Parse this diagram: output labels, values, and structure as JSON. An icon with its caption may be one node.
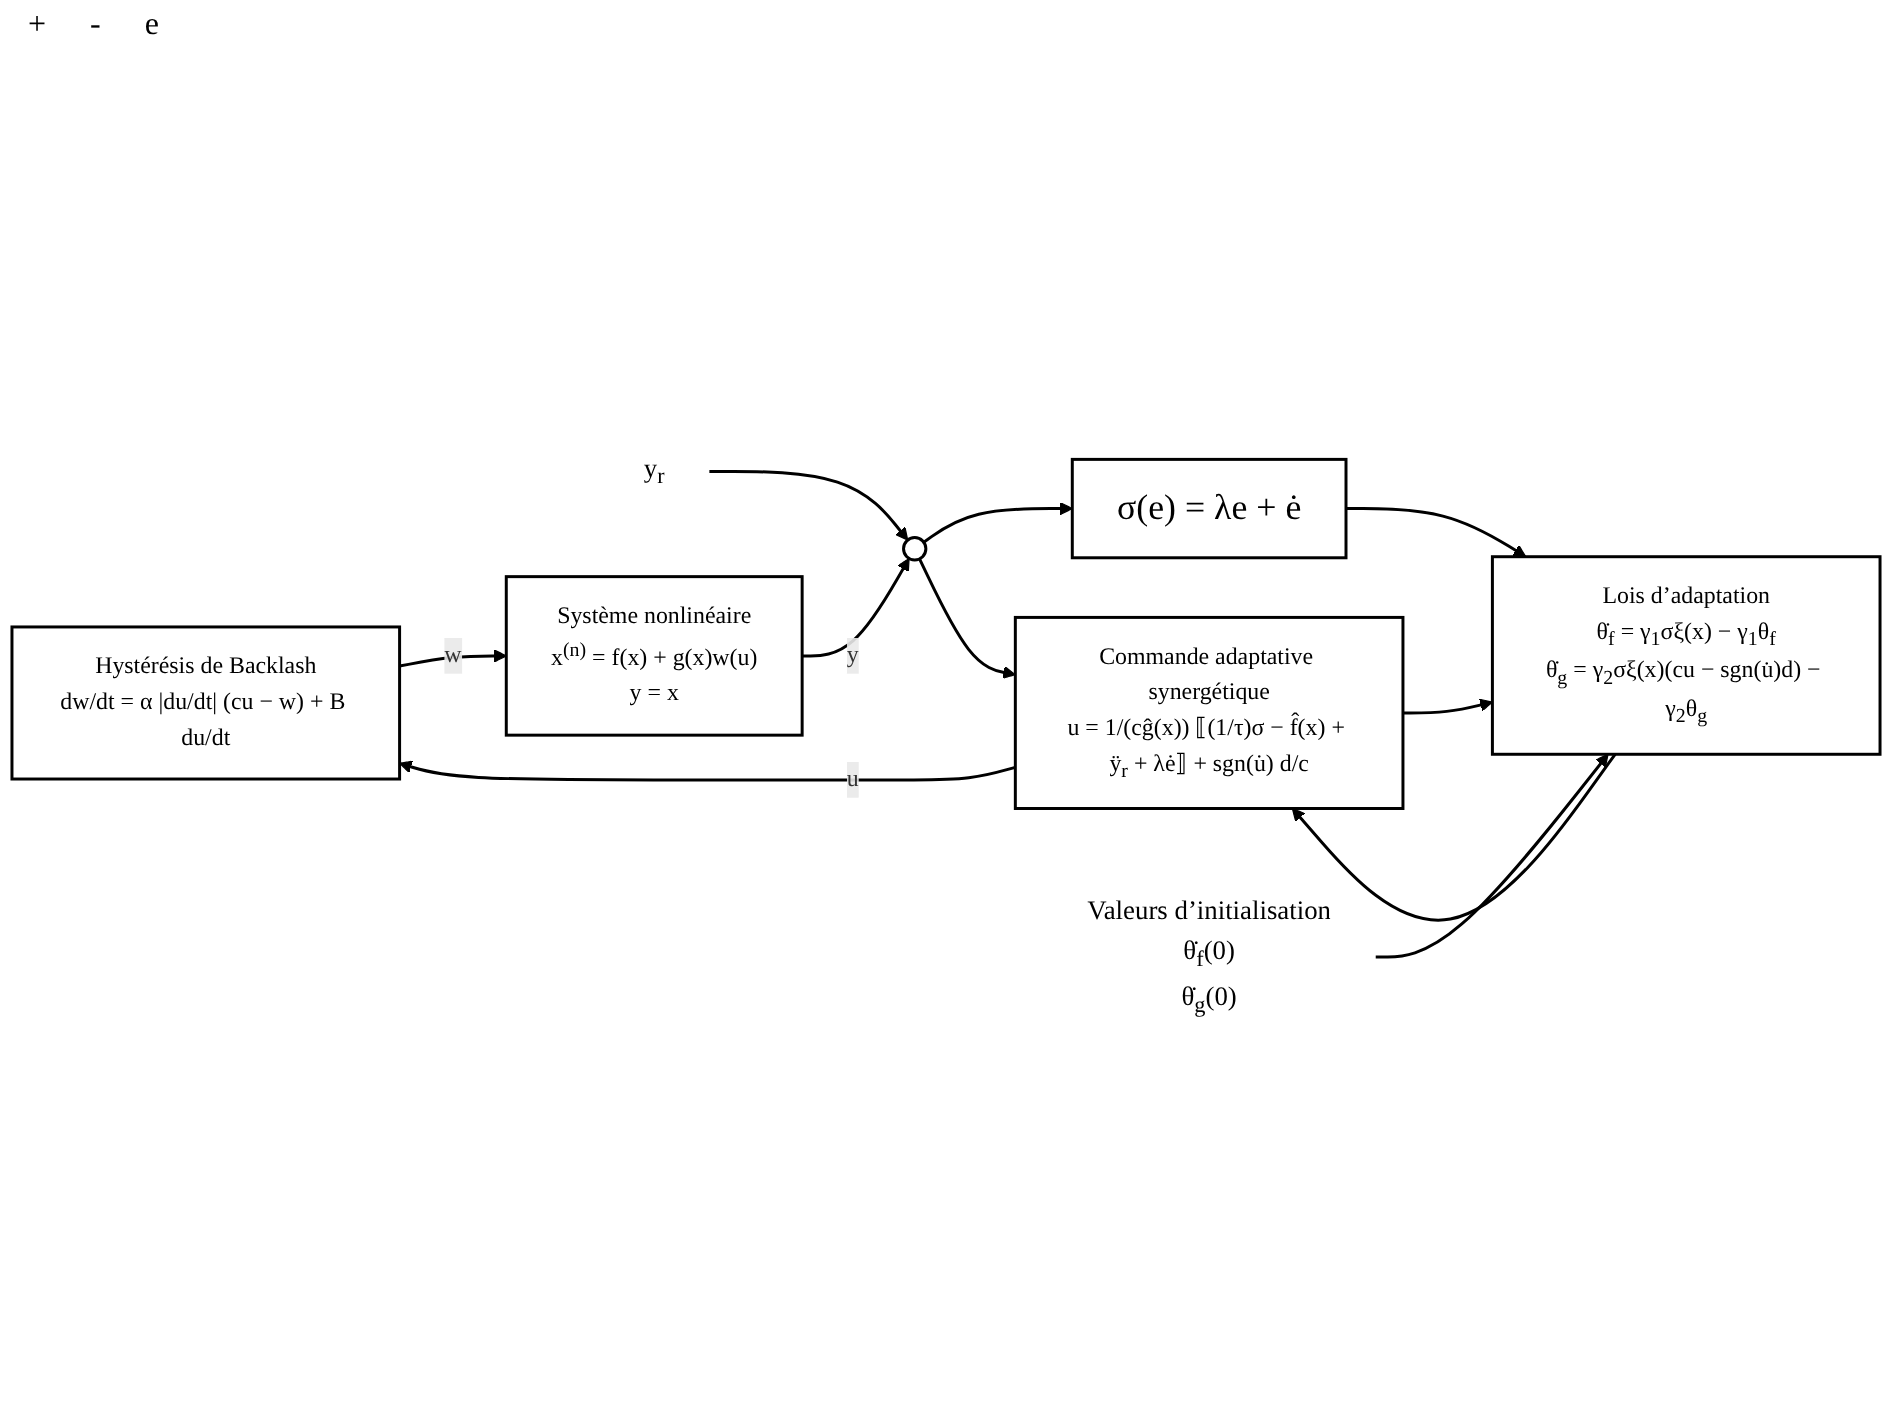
{
  "diagram": {
    "nodes": [
      {
        "text": [
          "Hystérésis de Backlash",
          "dw/dt = α |du/dt| (cu − w) + B du/dt"
        ]
      },
      {
        "text": [
          "Système nonlinéaire",
          "x$^{(n)}$ = f(x) + g(x)w(u)",
          "y = x"
        ]
      },
      {
        "text": [
          "y$_{r}$"
        ]
      },
      {
        "text": [],
        "shape": "circle"
      },
      {
        "text": [
          "Commande adaptative synergétique",
          "u = 1/(cĝ(x)) ⟦(1/τ)σ − f̂(x) + ÿ$_{r}$ + λė⟧ + sgn(u̇) d/c"
        ]
      },
      {
        "text": [
          "Lois d’adaptation",
          "θ̇$_{f}$ = γ$_{1}$σξ(x) − γ$_{1}$θ$_{f}$",
          "θ̇$_{g}$ = γ$_{2}$σξ(x)(cu − sgn(u̇)d) − γ$_{2}$θ$_{g}$"
        ]
      },
      {
        "text": [
          "σ(e) = λe + ė"
        ]
      },
      {
        "text": [
          "Valeurs d’initialisation",
          "θ̇$_{f}$(0)",
          "θ̇$_{g}$(0)"
        ]
      }
    ],
    "edges": [
      {
        "from": 0,
        "to": 1,
        "arrow": "to",
        "label": "w"
      },
      {
        "from": 2,
        "to": 3,
        "arrow": "to"
      },
      {
        "from": 1,
        "to": 3,
        "arrow": "to",
        "label": "y"
      },
      {
        "from": 3,
        "to": 4,
        "arrow": "to"
      },
      {
        "from": 3,
        "to": 6,
        "arrow": "to"
      },
      {
        "from": 6,
        "to": 5,
        "arrow": "to"
      },
      {
        "from": 5,
        "to": 4,
        "arrow": "to"
      },
      {
        "from": 4,
        "to": 0,
        "arrow": "to",
        "label": "u"
      },
      {
        "from": 4,
        "to": 5,
        "arrow": "to"
      },
      {
        "from": 7,
        "to": 5,
        "arrow": "to"
      }
    ],
    "labels": [
      "+",
      "-",
      "e"
    ]
  }
}
